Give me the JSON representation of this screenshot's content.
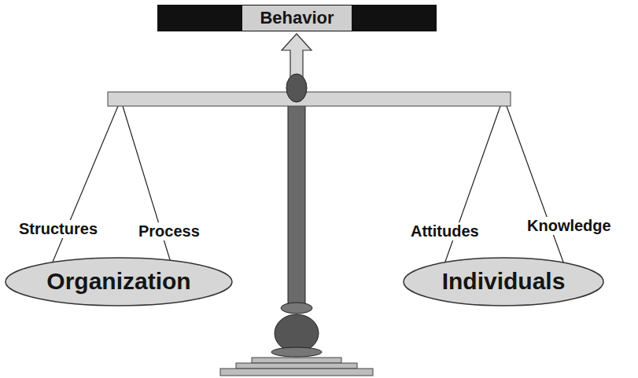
{
  "diagram": {
    "nodes": [
      {
        "text": [
          "Behavior"
        ]
      },
      {
        "text": [
          "Organization"
        ]
      },
      {
        "text": [
          "Individuals"
        ]
      }
    ],
    "labels": [
      "Structures",
      "Process",
      "Attitudes",
      "Knowledge"
    ]
  }
}
